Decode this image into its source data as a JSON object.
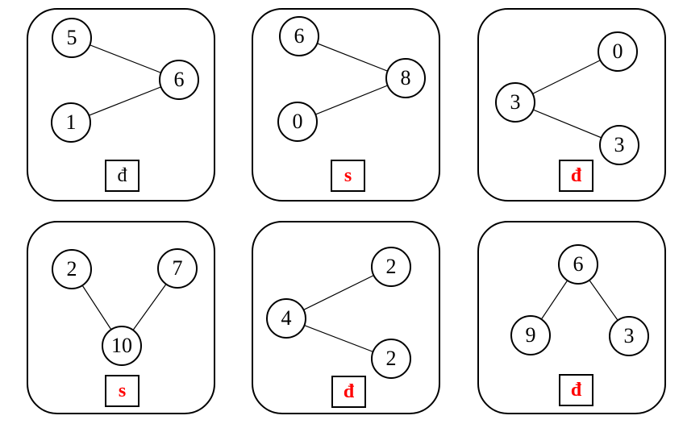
{
  "colors": {
    "background": "#ffffff",
    "panel_border": "#000000",
    "node_border": "#000000",
    "edge_line": "#000000",
    "answer_red": "#ff0000",
    "answer_black": "#000000"
  },
  "panels": [
    {
      "position": "top-left",
      "nodes": [
        {
          "value": "5"
        },
        {
          "value": "1"
        },
        {
          "value": "6"
        }
      ],
      "edges": [
        [
          0,
          2
        ],
        [
          1,
          2
        ]
      ],
      "label": {
        "text": "đ",
        "color": "#000000",
        "weight": "normal"
      }
    },
    {
      "position": "top-middle",
      "nodes": [
        {
          "value": "6"
        },
        {
          "value": "0"
        },
        {
          "value": "8"
        }
      ],
      "edges": [
        [
          0,
          2
        ],
        [
          1,
          2
        ]
      ],
      "label": {
        "text": "s",
        "color": "#ff0000",
        "weight": "bold"
      }
    },
    {
      "position": "top-right",
      "nodes": [
        {
          "value": "0"
        },
        {
          "value": "3"
        },
        {
          "value": "3"
        }
      ],
      "edges": [
        [
          1,
          0
        ],
        [
          1,
          2
        ]
      ],
      "label": {
        "text": "đ",
        "color": "#ff0000",
        "weight": "bold"
      }
    },
    {
      "position": "bottom-left",
      "nodes": [
        {
          "value": "2"
        },
        {
          "value": "7"
        },
        {
          "value": "10"
        }
      ],
      "edges": [
        [
          0,
          2
        ],
        [
          1,
          2
        ]
      ],
      "label": {
        "text": "s",
        "color": "#ff0000",
        "weight": "bold"
      }
    },
    {
      "position": "bottom-middle",
      "nodes": [
        {
          "value": "2"
        },
        {
          "value": "4"
        },
        {
          "value": "2"
        }
      ],
      "edges": [
        [
          1,
          0
        ],
        [
          1,
          2
        ]
      ],
      "label": {
        "text": "đ",
        "color": "#ff0000",
        "weight": "bold"
      }
    },
    {
      "position": "bottom-right",
      "nodes": [
        {
          "value": "6"
        },
        {
          "value": "9"
        },
        {
          "value": "3"
        }
      ],
      "edges": [
        [
          0,
          1
        ],
        [
          0,
          2
        ]
      ],
      "label": {
        "text": "đ",
        "color": "#ff0000",
        "weight": "bold"
      }
    }
  ]
}
